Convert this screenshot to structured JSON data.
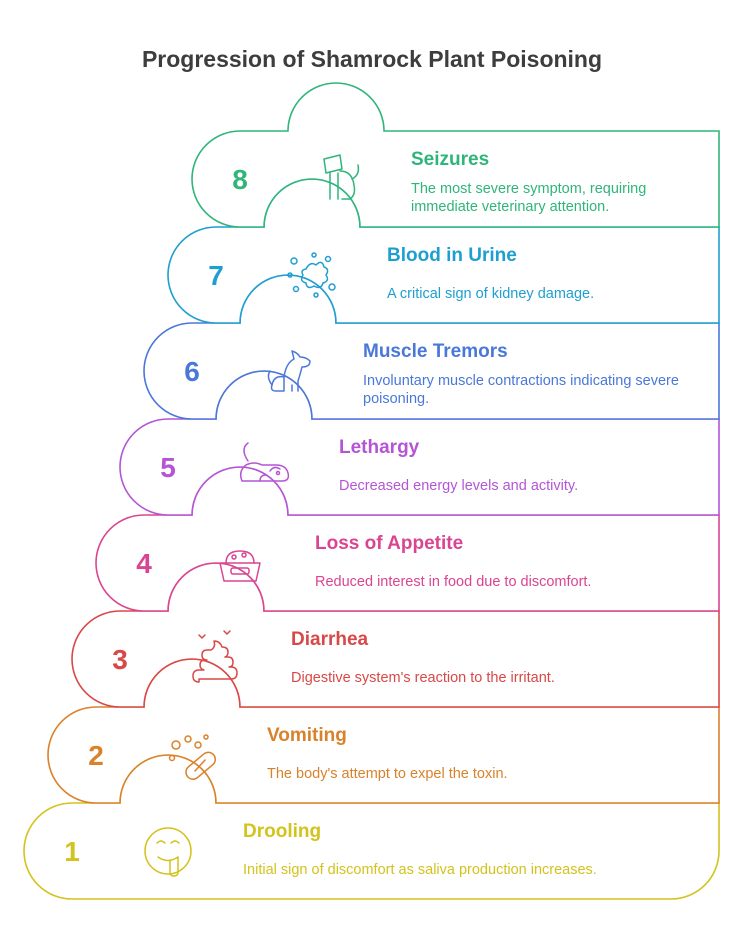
{
  "title": "Progression of Shamrock Plant Poisoning",
  "steps": [
    {
      "number": "1",
      "title": "Drooling",
      "description": [
        "Initial sign of discomfort as saliva production increases."
      ],
      "color": "#d4c21d",
      "icon": "drooling-face-icon"
    },
    {
      "number": "2",
      "title": "Vomiting",
      "description": [
        "The body's attempt to expel the toxin."
      ],
      "color": "#d9822b",
      "icon": "pill-toxin-icon"
    },
    {
      "number": "3",
      "title": "Diarrhea",
      "description": [
        "Digestive system's reaction to the irritant."
      ],
      "color": "#d94848",
      "icon": "poop-icon"
    },
    {
      "number": "4",
      "title": "Loss of Appetite",
      "description": [
        "Reduced interest in food due to discomfort."
      ],
      "color": "#d94592",
      "icon": "food-bowl-icon"
    },
    {
      "number": "5",
      "title": "Lethargy",
      "description": [
        "Decreased energy levels and activity."
      ],
      "color": "#b455d6",
      "icon": "lying-dog-icon"
    },
    {
      "number": "6",
      "title": "Muscle Tremors",
      "description": [
        "Involuntary muscle contractions indicating severe",
        "poisoning."
      ],
      "color": "#4a78d9",
      "icon": "sitting-dog-icon"
    },
    {
      "number": "7",
      "title": "Blood in Urine",
      "description": [
        "A critical sign of kidney damage."
      ],
      "color": "#1e9fcf",
      "icon": "blood-splatter-icon"
    },
    {
      "number": "8",
      "title": "Seizures",
      "description": [
        "The most severe symptom, requiring",
        "immediate veterinary attention."
      ],
      "color": "#2fb57a",
      "icon": "dog-cone-icon"
    }
  ]
}
